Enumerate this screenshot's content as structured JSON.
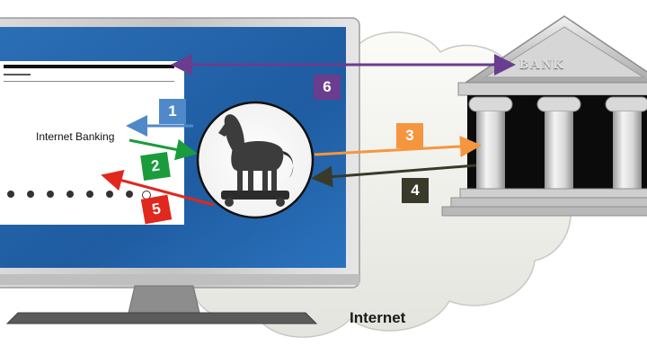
{
  "diagram": {
    "screen": {
      "label": "Internet Banking",
      "toolbar_items": [
        "",
        "",
        "",
        "",
        "",
        "",
        "",
        ""
      ]
    },
    "internet_label": "Internet",
    "bank_label": "BANK",
    "steps": [
      {
        "number": "1",
        "color": "#4f89c9"
      },
      {
        "number": "2",
        "color": "#1a9c3c"
      },
      {
        "number": "3",
        "color": "#f5963f"
      },
      {
        "number": "4",
        "color": "#3a3a2a"
      },
      {
        "number": "5",
        "color": "#e0281e"
      },
      {
        "number": "6",
        "color": "#6a3d8f"
      }
    ],
    "icons": {
      "trojan": "trojan-horse-icon",
      "bank": "bank-building-icon",
      "monitor": "monitor-icon",
      "cloud": "cloud-icon"
    }
  }
}
